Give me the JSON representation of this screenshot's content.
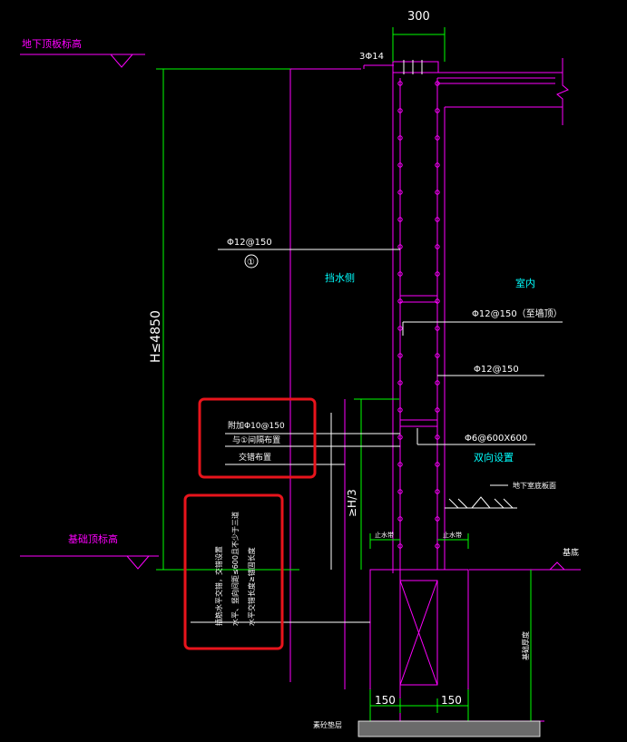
{
  "labels": {
    "dim_top": "300",
    "top_bars": "3Φ14",
    "roof_elev": "地下顶板标高",
    "found_elev": "基础顶标高",
    "height_limit": "H≤4850",
    "bar_outer": "Φ12@150",
    "circle_one": "①",
    "water_side": "挡水侧",
    "indoor": "室内",
    "bar_inner_through": "Φ12@150（至墙顶）",
    "bar_inner": "Φ12@150",
    "tie_bars": "Φ6@600X600",
    "two_way": "双向设置",
    "added_bar_1": "附加Φ10@150",
    "added_bar_2": "与①间隔布置",
    "added_bar_3": "交错布置",
    "height_third": "≥H/3",
    "ground_floor": "地下室底板面",
    "waterstop_left": "止水带",
    "waterstop_right": "止水带",
    "slab": "基底",
    "found_note_1": "插筋水平交错，交错设置",
    "found_note_2": "水平、竖向间距≤600且不少于三道",
    "found_note_3": "水平交错长度≥锚固长度",
    "found_thickness": "基础厚度",
    "dim_bottom_left": "150",
    "dim_bottom_right": "150",
    "cushion": "素砼垫层"
  },
  "colors": {
    "background": "#000000",
    "annotation": "#ffffff",
    "magenta": "#ff00ff",
    "green": "#00ff00",
    "cyan": "#00ffff",
    "highlight": "#e8141c"
  }
}
